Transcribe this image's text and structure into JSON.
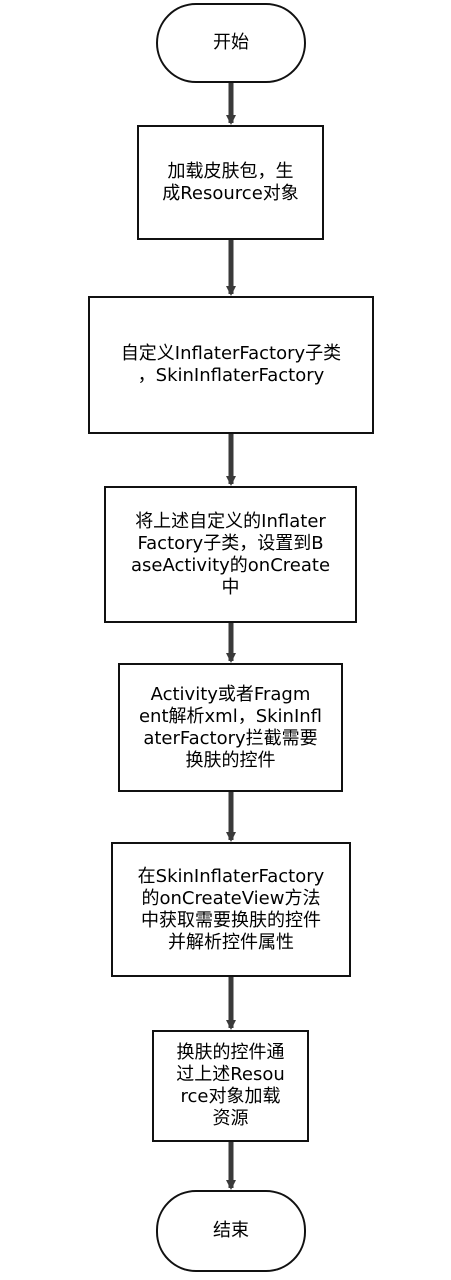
{
  "colors": {
    "stroke": "#3a3a3a",
    "box_border": "#111111",
    "text": "#000000",
    "background": "#ffffff"
  },
  "flowchart": {
    "start": "开始",
    "steps": [
      "加载皮肤包，生\n成Resource对象",
      "自定义InflaterFactory子类\n，SkinInflaterFactory",
      "将上述自定义的Inflater\nFactory子类，设置到B\naseActivity的onCreate\n中",
      "Activity或者Fragm\nent解析xml，SkinInfl\naterFactory拦截需要\n换肤的控件",
      "在SkinInflaterFactory\n的onCreateView方法\n中获取需要换肤的控件\n并解析控件属性",
      "换肤的控件通\n过上述Resou\nrce对象加载\n资源"
    ],
    "end": "结束"
  }
}
